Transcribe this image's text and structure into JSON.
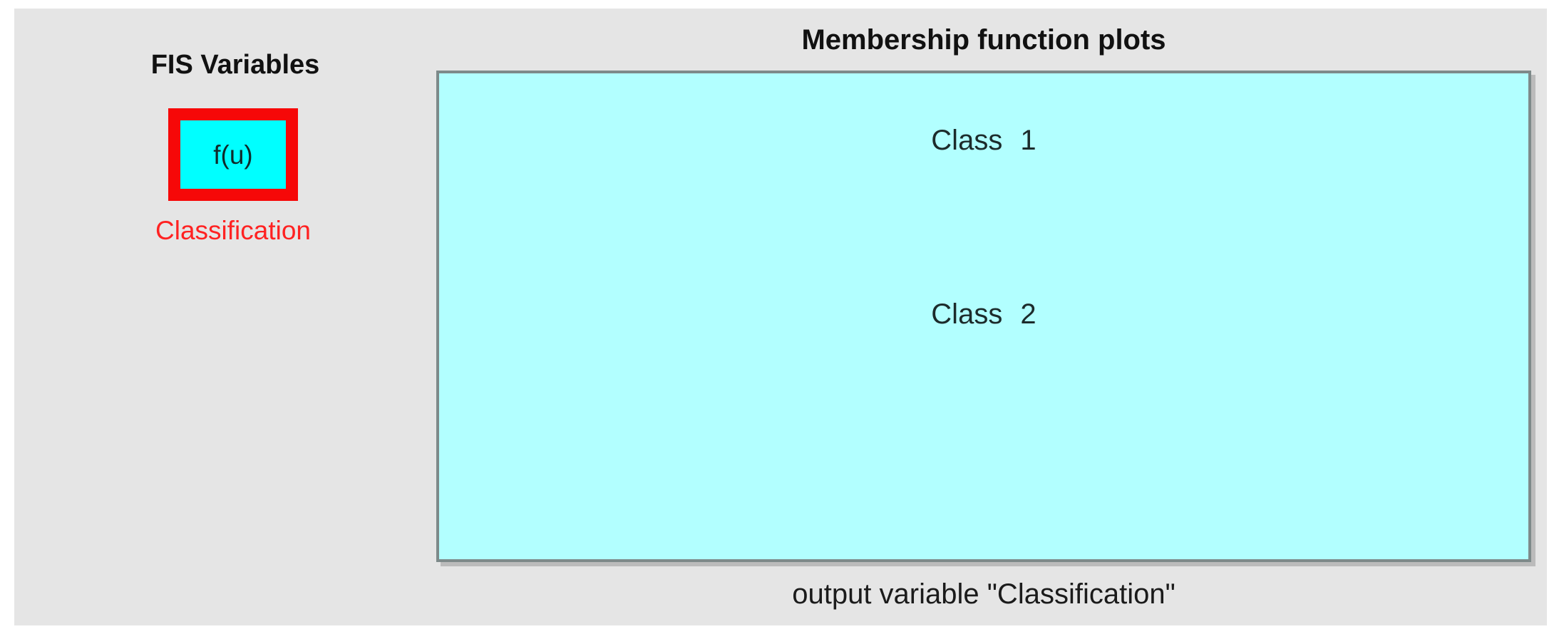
{
  "fis_variables": {
    "section_title": "FIS Variables",
    "variables": [
      {
        "block_label": "f(u)",
        "name": "Classification",
        "selected": true
      }
    ]
  },
  "plot": {
    "title": "Membership function plots",
    "membership_functions": [
      {
        "label": "Class 1"
      },
      {
        "label": "Class 2"
      }
    ],
    "xlabel": "output variable \"Classification\""
  },
  "colors": {
    "panel_bg": "#E5E5E5",
    "plot_bg": "#B2FFFF",
    "plot_border": "#7E8A8A",
    "variable_box_bg": "#00FFFF",
    "selection_red": "#FF1A1A",
    "text_black": "#111111"
  }
}
